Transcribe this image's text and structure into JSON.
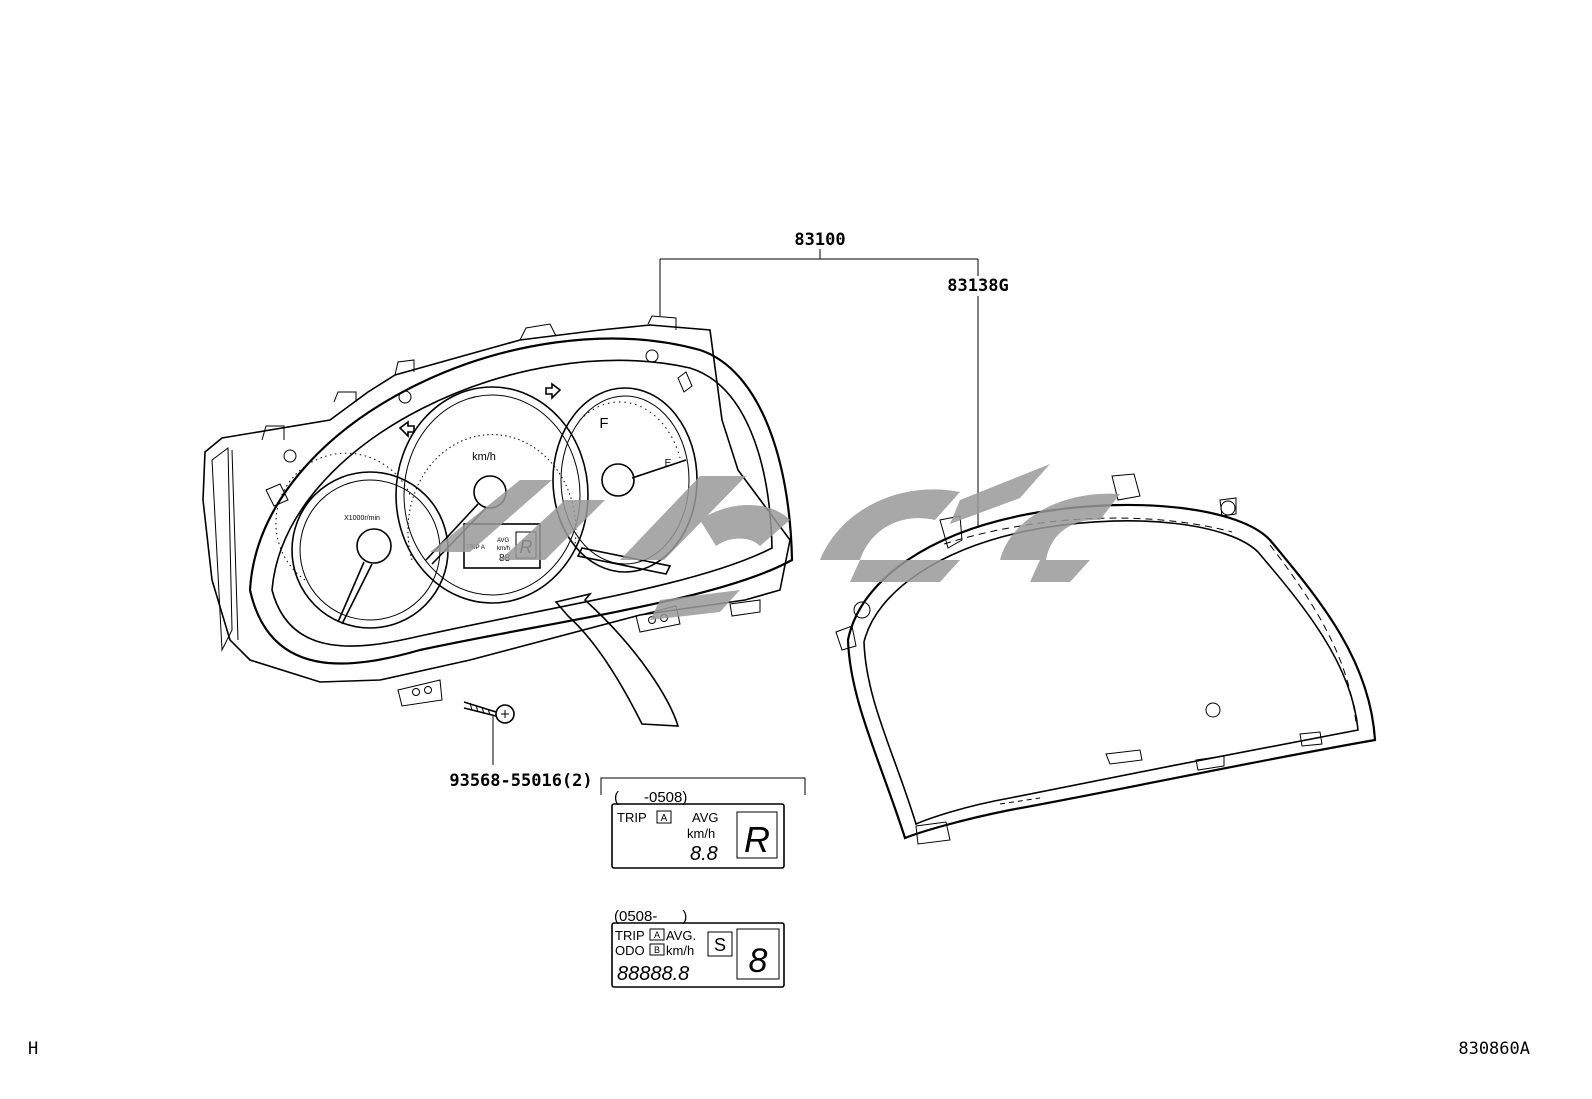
{
  "parts": {
    "assembly": "83100",
    "cover": "83138G",
    "screw": "93568-55016(2)"
  },
  "variants": {
    "early": {
      "range": "(      -0508)",
      "trip": "TRIP",
      "trip_mode": "A",
      "avg": "AVG",
      "unit": "km/h",
      "digits": "8.8",
      "gear": "R"
    },
    "late": {
      "range": "(0508-      )",
      "trip": "TRIP",
      "trip_mode": "A",
      "avg": "AVG.",
      "odo": "ODO",
      "odo_mode": "B",
      "unit": "km/h",
      "digits": "88888.8",
      "mode": "S",
      "gear": "8"
    }
  },
  "gauges": {
    "tacho_unit": "X1000r/min",
    "speed_unit": "km/h",
    "fuel_full": "F",
    "fuel_empty": "E",
    "mini_trip": "TRIP A",
    "mini_avg": "AVG",
    "mini_unit": "km/h",
    "mini_digits": "88",
    "mini_gear": "R"
  },
  "footer": {
    "left_code": "H",
    "figure_id": "830860A"
  }
}
